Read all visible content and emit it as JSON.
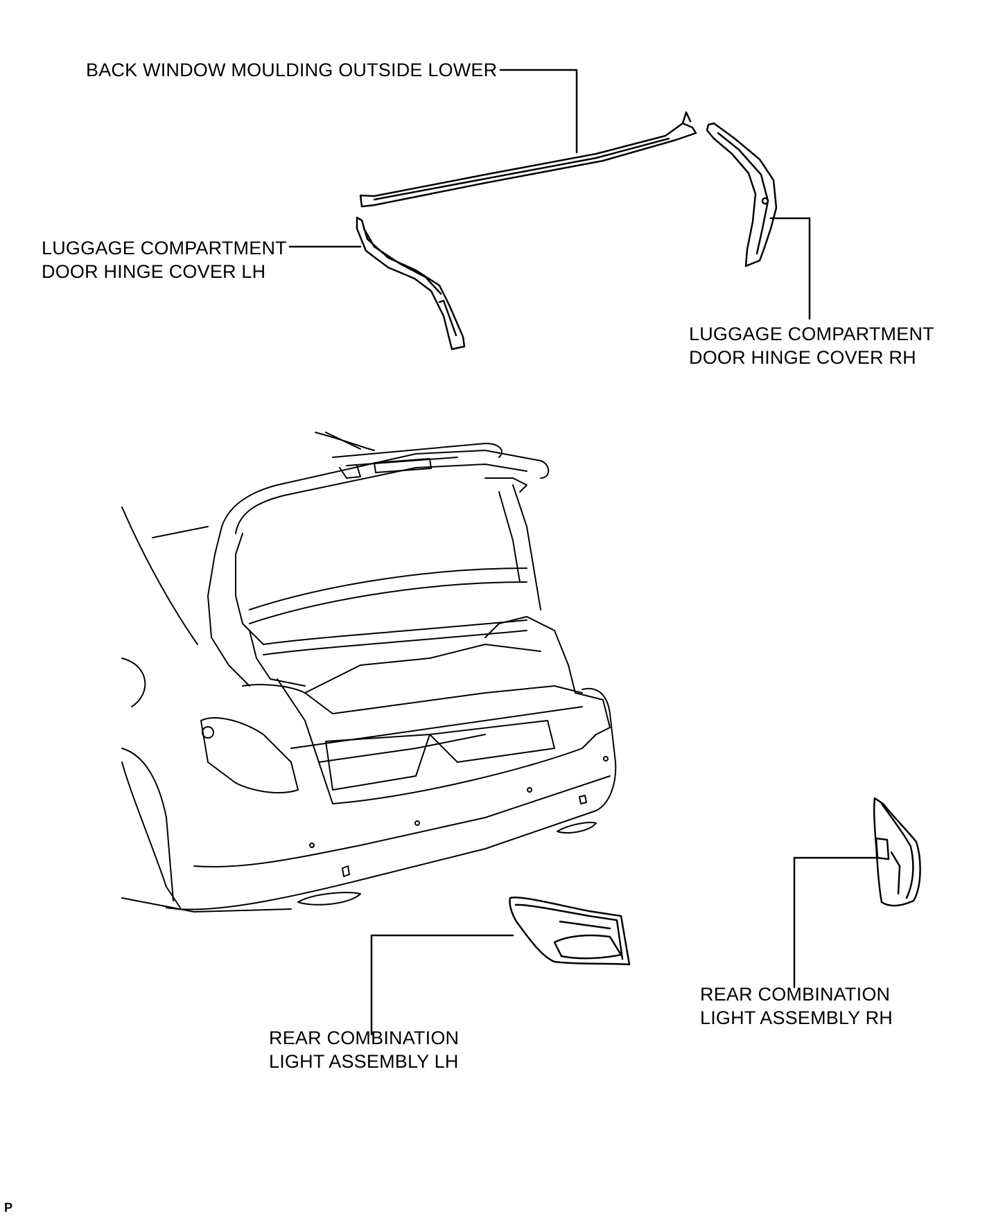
{
  "labels": {
    "back_window_moulding": "BACK WINDOW MOULDING OUTSIDE LOWER",
    "hinge_cover_lh_line1": "LUGGAGE COMPARTMENT",
    "hinge_cover_lh_line2": "DOOR HINGE COVER LH",
    "hinge_cover_rh_line1": "LUGGAGE COMPARTMENT",
    "hinge_cover_rh_line2": "DOOR HINGE COVER RH",
    "rear_light_lh_line1": "REAR COMBINATION",
    "rear_light_lh_line2": "LIGHT ASSEMBLY LH",
    "rear_light_rh_line1": "REAR COMBINATION",
    "rear_light_rh_line2": "LIGHT ASSEMBLY RH"
  },
  "corner_code": "P",
  "colors": {
    "line": "#000000",
    "background": "#ffffff"
  }
}
